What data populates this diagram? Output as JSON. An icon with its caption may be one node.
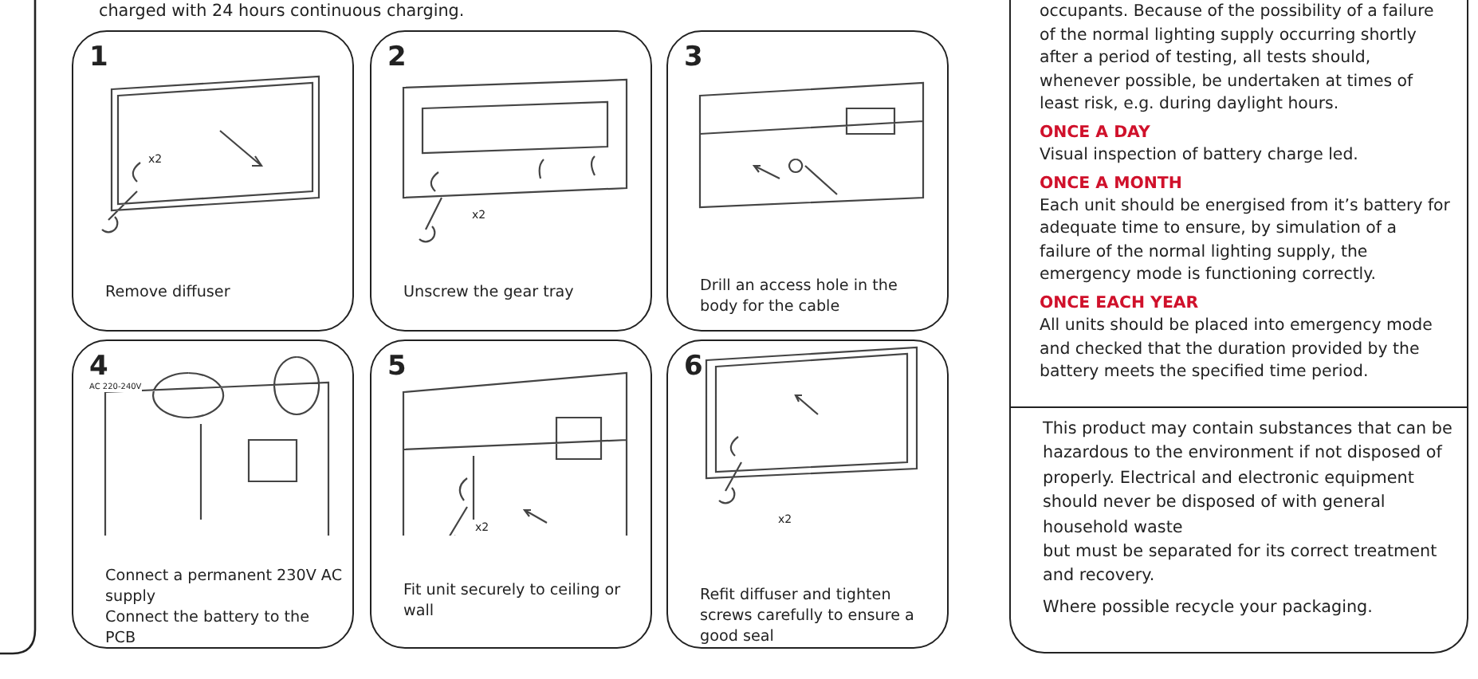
{
  "diagram": {
    "nodes": [
      {
        "text": [
          "1",
          "Remove diffuser"
        ]
      },
      {
        "text": [
          "2",
          "Unscrew the gear tray"
        ]
      },
      {
        "text": [
          "3",
          "Drill an access hole in the body for the cable"
        ]
      },
      {
        "text": [
          "4",
          "Connect a permanent 230V AC supply",
          "Connect the battery to the PCB"
        ]
      },
      {
        "text": [
          "5",
          "Fit unit securely to ceiling or wall"
        ]
      },
      {
        "text": [
          "6",
          "Refit diffuser and tighten screws carefully to ensure a good seal"
        ]
      },
      {
        "text": [
          "occupants. Because of the possibility of a failure of the normal lighting supply occurring shortly after a period of testing, all tests should, whenever possible, be undertaken at times of least risk, e.g. during daylight hours.",
          "ONCE A DAY",
          "Visual inspection of battery charge led.",
          "ONCE A MONTH",
          "Each unit should be energised from it’s battery for adequate time to ensure, by simulation of a failure of the normal lighting supply, the emergency mode is functioning correctly.",
          "ONCE EACH YEAR",
          "All units should be placed into emergency mode and checked that the duration provided by the battery meets the specified time period."
        ]
      },
      {
        "text": [
          "This product may contain substances that can be hazardous to the environment if not disposed of properly. Electrical and electronic equipment should never be disposed of with general household waste",
          "but must be separated for its correct treatment and recovery.",
          "Where possible recycle your packaging."
        ]
      }
    ],
    "labels": [
      "charged with 24 hours continuous charging.",
      "x2",
      "x2",
      "AC 220-240V",
      "x2",
      "x2"
    ]
  }
}
